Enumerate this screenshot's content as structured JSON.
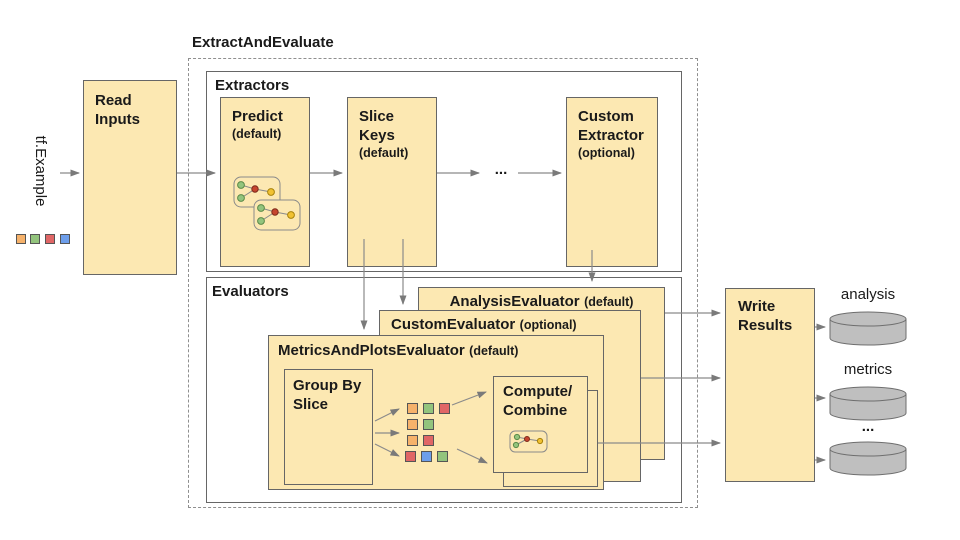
{
  "title": "ExtractAndEvaluate",
  "input": {
    "label": "tf.Example",
    "legend_squares": [
      {
        "name": "orange",
        "hex": "#F6B26B"
      },
      {
        "name": "green",
        "hex": "#93C47D"
      },
      {
        "name": "red",
        "hex": "#E06666"
      },
      {
        "name": "blue",
        "hex": "#6D9EEB"
      }
    ]
  },
  "read_inputs": {
    "label": "Read Inputs"
  },
  "extractors": {
    "label": "Extractors",
    "ellipsis": "...",
    "predict": {
      "name": "Predict",
      "qualifier": "(default)"
    },
    "slice_keys": {
      "name": "Slice Keys",
      "qualifier": "(default)"
    },
    "custom": {
      "name": "Custom Extractor",
      "qualifier": "(optional)"
    }
  },
  "evaluators": {
    "label": "Evaluators",
    "analysis": {
      "name": "AnalysisEvaluator",
      "qualifier": "(default)"
    },
    "custom": {
      "name": "CustomEvaluator",
      "qualifier": "(optional)"
    },
    "metrics_and_plots": {
      "name": "MetricsAndPlotsEvaluator",
      "qualifier": "(default)",
      "group_by_slice": {
        "label": "Group By Slice"
      },
      "compute_combine": {
        "label": "Compute/ Combine"
      },
      "slice_grid": {
        "rows": [
          {
            "cells": [
              {
                "name": "orange",
                "hex": "#F6B26B"
              },
              {
                "name": "green",
                "hex": "#93C47D"
              },
              {
                "name": "red",
                "hex": "#E06666"
              }
            ]
          },
          {
            "cells": [
              {
                "name": "orange",
                "hex": "#F6B26B"
              },
              {
                "name": "green",
                "hex": "#93C47D"
              }
            ]
          },
          {
            "cells": [
              {
                "name": "orange",
                "hex": "#F6B26B"
              },
              {
                "name": "red",
                "hex": "#E06666"
              }
            ]
          },
          {
            "cells": [
              {
                "name": "red",
                "hex": "#E06666"
              },
              {
                "name": "blue",
                "hex": "#6D9EEB"
              },
              {
                "name": "green",
                "hex": "#93C47D"
              }
            ]
          }
        ]
      }
    }
  },
  "write_results": {
    "label": "Write Results"
  },
  "outputs": {
    "ellipsis": "...",
    "items": [
      {
        "label": "analysis"
      },
      {
        "label": "metrics"
      }
    ]
  },
  "colors": {
    "box_fill": "#FCE8B2",
    "box_border": "#666666",
    "arrow": "#838383",
    "cylinder_fill": "#BFBFBF",
    "cylinder_border": "#6E6E6E"
  }
}
